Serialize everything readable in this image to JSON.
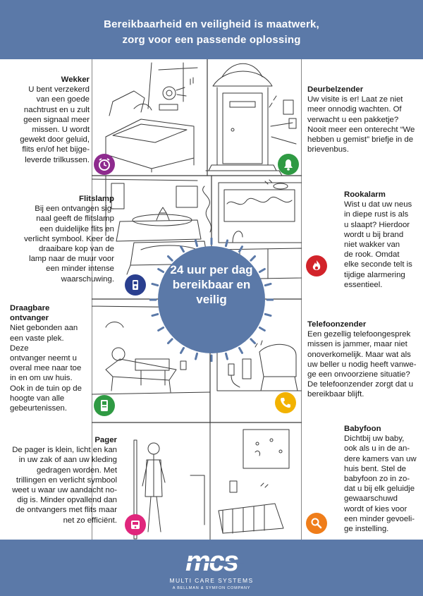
{
  "header": {
    "line1": "Bereikbaarheid en veiligheid is maatwerk,",
    "line2": "zorg voor een passende oplossing"
  },
  "center": {
    "line1": "24 uur per dag",
    "line2": "bereikbaar en",
    "line3": "veilig"
  },
  "features": [
    {
      "title": "Wekker",
      "lines": [
        "U bent verzekerd",
        "van een goede",
        "nachtrust en u zult",
        "geen signaal meer",
        "missen. U wordt",
        "gewekt door geluid,",
        "flits en/of het bijge-",
        "leverde trilkussen."
      ],
      "icon": "alarm-clock-icon",
      "color": "#8e2b8e"
    },
    {
      "title": "Deurbelzender",
      "lines": [
        "Uw visite is er! Laat ze niet",
        "meer onnodig wachten. Of",
        "verwacht u een pakketje?",
        "Nooit meer een onterecht “We",
        "hebben u gemist” briefje in de",
        "brievenbus."
      ],
      "icon": "bell-icon",
      "color": "#2f9a43"
    },
    {
      "title": "Flitslamp",
      "lines": [
        "Bij een ontvangen sig-",
        "naal geeft de flitslamp",
        "een duidelijke flits en",
        "verlicht symbool. Keer de",
        "draaibare kop van de",
        "lamp naar de muur voor",
        "een minder intense",
        "waarschuwing."
      ],
      "icon": "flash-lamp-icon",
      "color": "#2a3f8f"
    },
    {
      "title": "Rookalarm",
      "lines": [
        "Wist u dat uw neus",
        "in diepe rust is als",
        "u slaapt? Hierdoor",
        "wordt u bij brand",
        "niet wakker van",
        "de rook. Omdat",
        "elke seconde telt is",
        "tijdige alarmering",
        "essentieel."
      ],
      "icon": "flame-icon",
      "color": "#d2232a"
    },
    {
      "title": "Draagbare",
      "title2": "ontvanger",
      "lines": [
        "Niet gebonden aan",
        "een vaste plek.",
        "Deze",
        "ontvanger neemt u",
        "overal mee naar toe",
        "in en om uw huis.",
        "Ook in de tuin op de",
        "hoogte van alle",
        "gebeurtenissen."
      ],
      "icon": "portable-receiver-icon",
      "color": "#2f9a43"
    },
    {
      "title": "Telefoonzender",
      "lines": [
        "Een gezellig telefoongesprek",
        "missen is jammer, maar niet",
        "onoverkomelijk. Maar wat als",
        "uw beller u nodig heeft vanwe-",
        "ge een onvoorziene situatie?",
        "De telefoonzender zorgt dat u",
        "bereikbaar blijft."
      ],
      "icon": "phone-icon",
      "color": "#f2b200"
    },
    {
      "title": "Pager",
      "lines": [
        "De pager is klein, licht en kan",
        "in uw zak of aan uw kleding",
        "gedragen worden. Met",
        "trillingen en verlicht symbool",
        "weet u waar uw aandacht no-",
        "dig is. Minder opvallend dan",
        "de ontvangers met flits maar",
        "net zo efficiënt."
      ],
      "icon": "pager-icon",
      "color": "#e0267c"
    },
    {
      "title": "Babyfoon",
      "lines": [
        "Dichtbij uw baby,",
        "ook als u in de an-",
        "dere kamers van uw",
        "huis bent. Stel de",
        "babyfoon zo in zo-",
        "dat u bij elk geluidje",
        "gewaarschuwd",
        "wordt of kies voor",
        "een minder gevoeli-",
        "ge instelling."
      ],
      "icon": "baby-rattle-icon",
      "color": "#ef7d1a"
    }
  ],
  "footer": {
    "logo": "mcs",
    "company": "MULTI CARE SYSTEMS",
    "tagline": "A BELLMAN & SYMFON COMPANY"
  }
}
